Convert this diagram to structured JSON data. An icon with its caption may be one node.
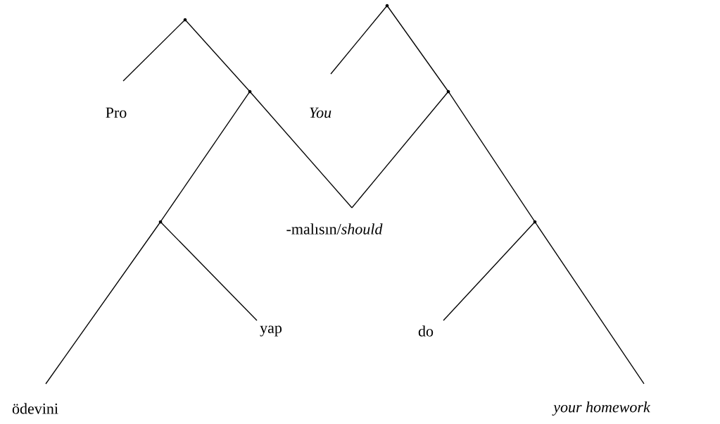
{
  "diagram": {
    "nodes": [
      {
        "text": [],
        "shape": "dot"
      },
      {
        "text": [
          "Pro"
        ]
      },
      {
        "text": [],
        "shape": "dot"
      },
      {
        "text": [],
        "shape": "dot"
      },
      {
        "text": [
          "yap"
        ]
      },
      {
        "text": [
          "ödevini"
        ]
      },
      {
        "text": [
          "-malısın/*should*"
        ]
      },
      {
        "text": [],
        "shape": "dot"
      },
      {
        "text": [
          "You"
        ]
      },
      {
        "text": [],
        "shape": "dot"
      },
      {
        "text": [],
        "shape": "dot"
      },
      {
        "text": [
          "do"
        ]
      },
      {
        "text": [
          "your homework"
        ]
      }
    ],
    "edges": [
      {
        "from": 0,
        "to": 1,
        "arrow": "none"
      },
      {
        "from": 0,
        "to": 2,
        "arrow": "none"
      },
      {
        "from": 2,
        "to": 3,
        "arrow": "none"
      },
      {
        "from": 2,
        "to": 6,
        "arrow": "none"
      },
      {
        "from": 3,
        "to": 4,
        "arrow": "none"
      },
      {
        "from": 3,
        "to": 5,
        "arrow": "none"
      },
      {
        "from": 7,
        "to": 8,
        "arrow": "none"
      },
      {
        "from": 7,
        "to": 9,
        "arrow": "none"
      },
      {
        "from": 9,
        "to": 6,
        "arrow": "none"
      },
      {
        "from": 9,
        "to": 10,
        "arrow": "none"
      },
      {
        "from": 10,
        "to": 11,
        "arrow": "none"
      },
      {
        "from": 10,
        "to": 12,
        "arrow": "none"
      }
    ]
  }
}
